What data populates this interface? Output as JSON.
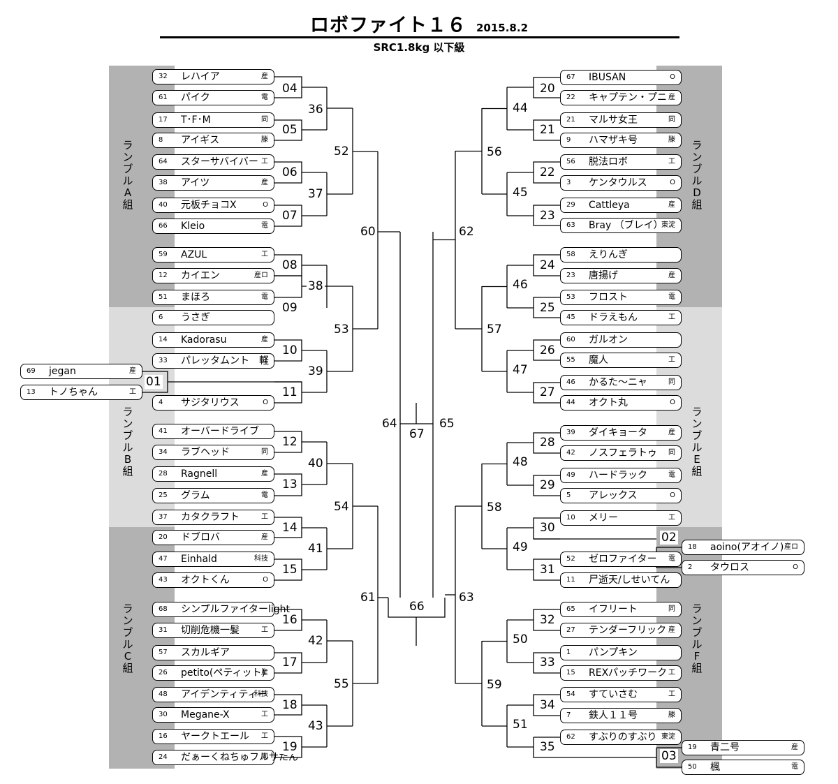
{
  "header": {
    "title": "ロボファイト１６",
    "date": "2015.8.2",
    "subtitle": "SRC1.8kg 以下級"
  },
  "groups": {
    "A": "ランブルA組",
    "B": "ランブルB組",
    "C": "ランブルC組",
    "D": "ランブルD組",
    "E": "ランブルE組",
    "F": "ランブルF組"
  },
  "robots": [
    {
      "num": "32",
      "name": "レハイア",
      "affil": "産"
    },
    {
      "num": "61",
      "name": "パイク",
      "affil": "電"
    },
    {
      "num": "17",
      "name": "T･F･M",
      "affil": "同"
    },
    {
      "num": "8",
      "name": "アイギス",
      "affil": "滕"
    },
    {
      "num": "64",
      "name": "スターサバイバー",
      "affil": "工"
    },
    {
      "num": "38",
      "name": "アイツ",
      "affil": "産"
    },
    {
      "num": "40",
      "name": "元板チョコX",
      "affil": "O"
    },
    {
      "num": "66",
      "name": "Kleio",
      "affil": "電"
    },
    {
      "num": "59",
      "name": "AZUL",
      "affil": "工"
    },
    {
      "num": "12",
      "name": "カイエン",
      "affil": "産ロ"
    },
    {
      "num": "51",
      "name": "まほろ",
      "affil": "電"
    },
    {
      "num": "6",
      "name": "うさぎ",
      "affil": ""
    },
    {
      "num": "14",
      "name": "Kadorasu",
      "affil": "産"
    },
    {
      "num": "33",
      "name": "パレッタムント　軽",
      "affil": "立"
    },
    {
      "num": "4",
      "name": "サジタリウス",
      "affil": "O"
    },
    {
      "num": "41",
      "name": "オーバードライブ",
      "affil": ""
    },
    {
      "num": "34",
      "name": "ラブヘッド",
      "affil": "同"
    },
    {
      "num": "28",
      "name": "Ragnell",
      "affil": "産"
    },
    {
      "num": "25",
      "name": "グラム",
      "affil": "電"
    },
    {
      "num": "37",
      "name": "カタクラフト",
      "affil": "工"
    },
    {
      "num": "20",
      "name": "ドブロバ",
      "affil": "産"
    },
    {
      "num": "47",
      "name": "Einhald",
      "affil": "科技"
    },
    {
      "num": "43",
      "name": "オクトくん",
      "affil": "O"
    },
    {
      "num": "68",
      "name": "シンプルファイターlight",
      "affil": ""
    },
    {
      "num": "31",
      "name": "切削危機一髪",
      "affil": "工"
    },
    {
      "num": "57",
      "name": "スカルギア",
      "affil": ""
    },
    {
      "num": "26",
      "name": "petito(ペティット)",
      "affil": "産"
    },
    {
      "num": "48",
      "name": "アイデンティティー",
      "affil": "科技"
    },
    {
      "num": "30",
      "name": "Megane-X",
      "affil": "工"
    },
    {
      "num": "16",
      "name": "ヤークトエール",
      "affil": "工"
    },
    {
      "num": "24",
      "name": "だぁーくねちゅフルサたん",
      "affil": "同"
    },
    {
      "num": "69",
      "name": "jegan",
      "affil": "産"
    },
    {
      "num": "13",
      "name": "トノちゃん",
      "affil": "工"
    },
    {
      "num": "67",
      "name": "IBUSAN",
      "affil": "O"
    },
    {
      "num": "22",
      "name": "キャプテン・プニ",
      "affil": "産"
    },
    {
      "num": "21",
      "name": "マルサ女王",
      "affil": "同"
    },
    {
      "num": "9",
      "name": "ハマザキ号",
      "affil": "滕"
    },
    {
      "num": "56",
      "name": "脱法ロボ",
      "affil": "工"
    },
    {
      "num": "3",
      "name": "ケンタウルス",
      "affil": "O"
    },
    {
      "num": "29",
      "name": "Cattleya",
      "affil": "産"
    },
    {
      "num": "63",
      "name": "Bray （ブレイ）",
      "affil": "東淀"
    },
    {
      "num": "58",
      "name": "えりんぎ",
      "affil": ""
    },
    {
      "num": "23",
      "name": "唐揚げ",
      "affil": "産"
    },
    {
      "num": "53",
      "name": "フロスト",
      "affil": "電"
    },
    {
      "num": "45",
      "name": "ドラえもん",
      "affil": "工"
    },
    {
      "num": "60",
      "name": "ガルオン",
      "affil": ""
    },
    {
      "num": "55",
      "name": "魔人",
      "affil": "工"
    },
    {
      "num": "46",
      "name": "かるた〜ニャ",
      "affil": "同"
    },
    {
      "num": "44",
      "name": "オクト丸",
      "affil": "O"
    },
    {
      "num": "39",
      "name": "ダイキョータ",
      "affil": "産"
    },
    {
      "num": "42",
      "name": "ノスフェラトゥ",
      "affil": "同"
    },
    {
      "num": "49",
      "name": "ハードラック",
      "affil": "電"
    },
    {
      "num": "5",
      "name": "アレックス",
      "affil": "O"
    },
    {
      "num": "10",
      "name": "メリー",
      "affil": "工"
    },
    {
      "num": "52",
      "name": "ゼロファイター",
      "affil": "電"
    },
    {
      "num": "11",
      "name": "尸逝天/しせいてん",
      "affil": ""
    },
    {
      "num": "65",
      "name": "イフリート",
      "affil": "同"
    },
    {
      "num": "27",
      "name": "テンダーフリック",
      "affil": "産"
    },
    {
      "num": "1",
      "name": "パンプキン",
      "affil": ""
    },
    {
      "num": "15",
      "name": "REXパッチワーク",
      "affil": "工"
    },
    {
      "num": "54",
      "name": "すていさむ",
      "affil": "工"
    },
    {
      "num": "7",
      "name": "鉄人１１号",
      "affil": "滕"
    },
    {
      "num": "62",
      "name": "すぶりのすぶり",
      "affil": "東淀"
    },
    {
      "num": "18",
      "name": "aoino(アオイノ)",
      "affil": "産ロ"
    },
    {
      "num": "2",
      "name": "タウロス",
      "affil": "O"
    },
    {
      "num": "19",
      "name": "青二号",
      "affil": "産"
    },
    {
      "num": "50",
      "name": "楓",
      "affil": "電"
    }
  ],
  "rounds": [
    "01",
    "02",
    "03",
    "04",
    "05",
    "06",
    "07",
    "08",
    "09",
    "10",
    "11",
    "12",
    "13",
    "14",
    "15",
    "16",
    "17",
    "18",
    "19",
    "20",
    "21",
    "22",
    "23",
    "24",
    "25",
    "26",
    "27",
    "28",
    "29",
    "30",
    "31",
    "32",
    "33",
    "34",
    "35",
    "36",
    "37",
    "38",
    "39",
    "40",
    "41",
    "42",
    "43",
    "44",
    "45",
    "46",
    "47",
    "48",
    "49",
    "50",
    "51",
    "52",
    "53",
    "54",
    "55",
    "56",
    "57",
    "58",
    "59",
    "60",
    "61",
    "62",
    "63",
    "64",
    "65",
    "66",
    "67"
  ]
}
